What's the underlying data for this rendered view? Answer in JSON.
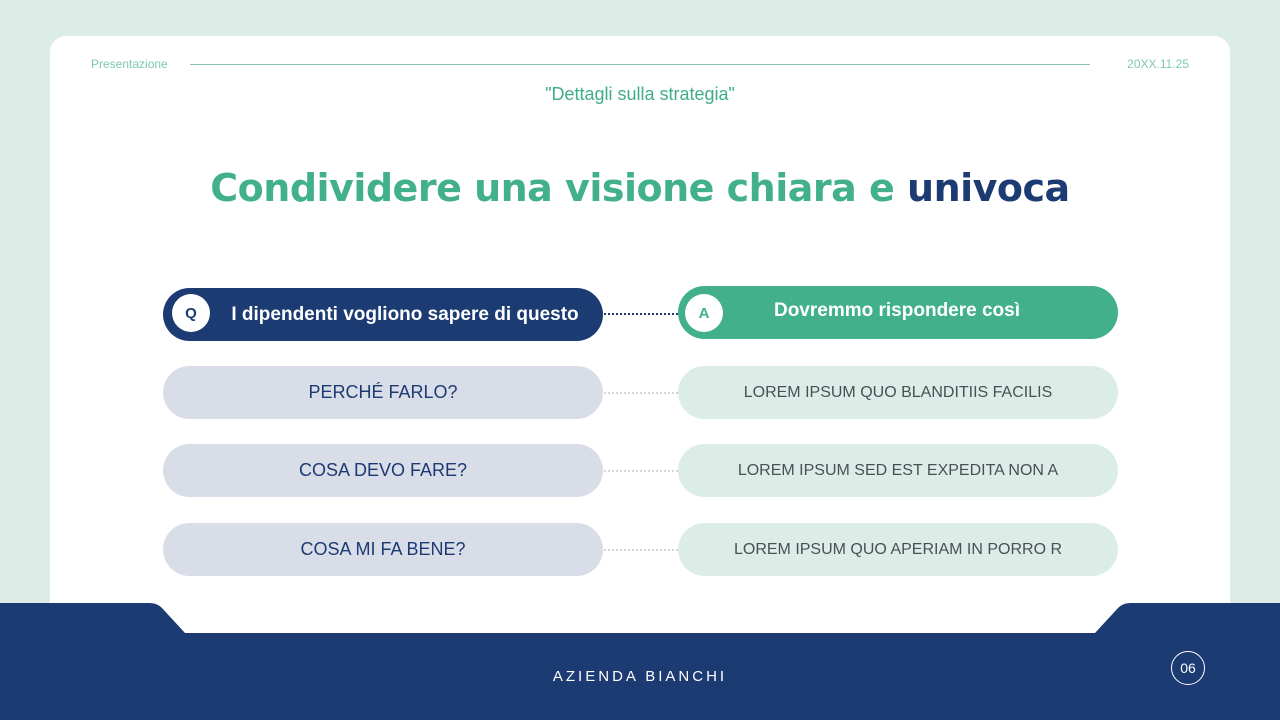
{
  "header": {
    "left_label": "Presentazione",
    "date": "20XX.11.25",
    "subtitle": "\"Dettagli sulla strategia\""
  },
  "title": {
    "part1": "Condividere una visione chiara e ",
    "part2": "univoca"
  },
  "qa": {
    "question_header": {
      "badge": "Q",
      "label": "I dipendenti vogliono sapere di questo"
    },
    "answer_header": {
      "badge": "A",
      "label": "Dovremmo rispondere così"
    },
    "rows": [
      {
        "question": "PERCHÉ FARLO?",
        "answer": "LOREM IPSUM QUO BLANDITIIS FACILIS"
      },
      {
        "question": "COSA DEVO FARE?",
        "answer": "LOREM IPSUM SED EST EXPEDITA NON A"
      },
      {
        "question": "COSA MI FA BENE?",
        "answer": "LOREM IPSUM QUO APERIAM IN PORRO R"
      }
    ]
  },
  "footer": {
    "company": "AZIENDA BIANCHI",
    "page_number": "06"
  },
  "colors": {
    "navy": "#1c3b73",
    "green": "#42b08a",
    "mint_bg": "#dcede8",
    "question_bg": "#d9dde8"
  }
}
